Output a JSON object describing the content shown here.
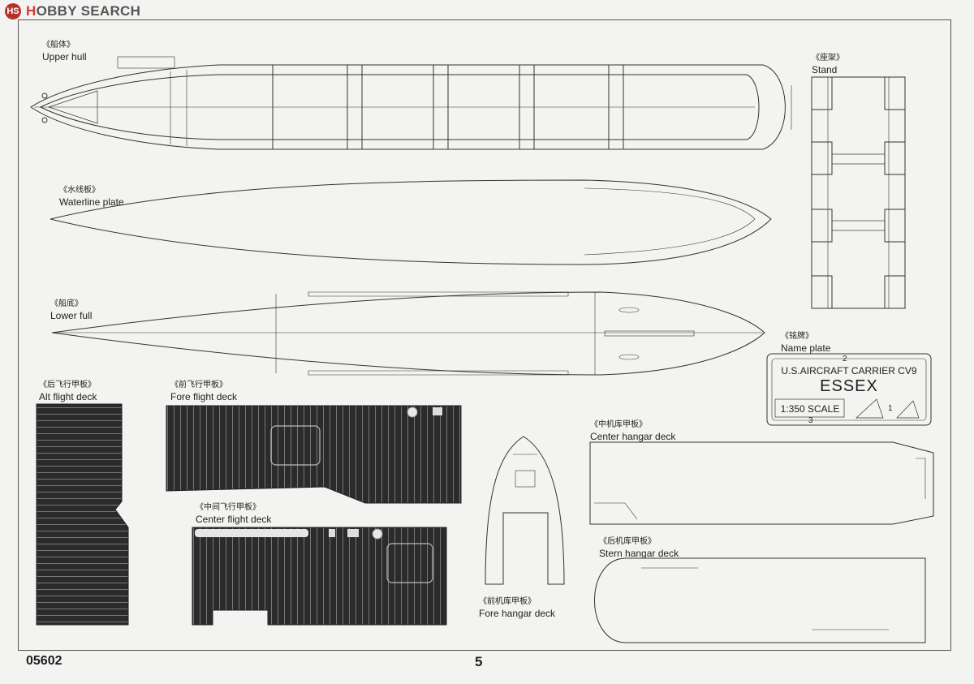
{
  "watermark": {
    "logo": "HS",
    "brand_a": "H",
    "brand_b": "OBBY SEARCH"
  },
  "parts": {
    "upper_hull": {
      "zh": "《船体》",
      "en": "Upper hull"
    },
    "waterline": {
      "zh": "《水线板》",
      "en": "Waterline plate"
    },
    "lower_hull": {
      "zh": "《船底》",
      "en": "Lower full"
    },
    "stand": {
      "zh": "《座架》",
      "en": "Stand"
    },
    "name_plate": {
      "zh": "《铭牌》",
      "en": "Name plate"
    },
    "aft_deck": {
      "zh": "《后飞行甲板》",
      "en": "Alt flight deck"
    },
    "fore_deck": {
      "zh": "《前飞行甲板》",
      "en": "Fore flight deck"
    },
    "center_deck": {
      "zh": "《中间飞行甲板》",
      "en": "Center flight deck"
    },
    "fore_hangar": {
      "zh": "《前机库甲板》",
      "en": "Fore hangar deck"
    },
    "center_hangar": {
      "zh": "《中机库甲板》",
      "en": "Center hangar deck"
    },
    "stern_hangar": {
      "zh": "《后机库甲板》",
      "en": "Stern hangar deck"
    }
  },
  "nameplate": {
    "num_top": "2",
    "line1": "U.S.AIRCRAFT CARRIER CV9",
    "line2": "ESSEX",
    "scale": "1:350 SCALE",
    "num_bottom": "3",
    "num_right": "1"
  },
  "footer": {
    "code": "05602",
    "page": "5"
  }
}
